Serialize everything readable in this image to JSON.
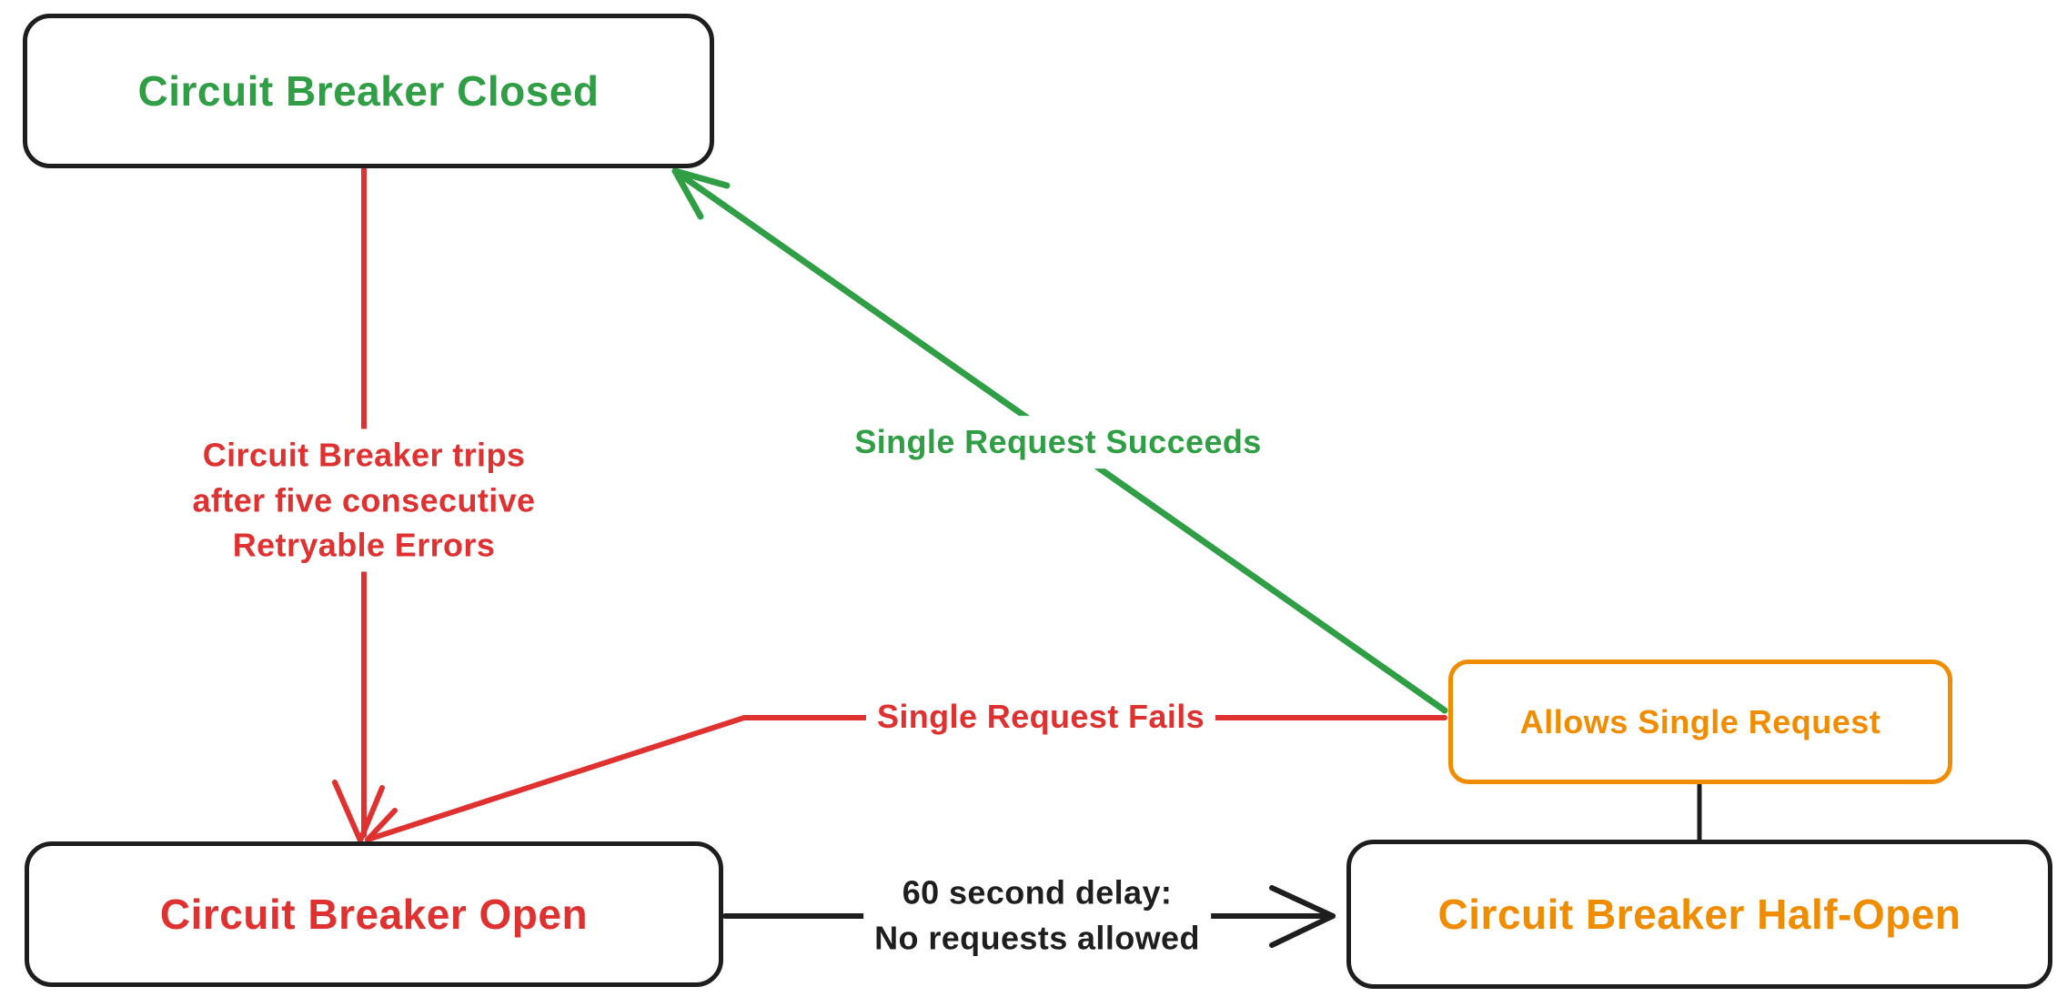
{
  "colors": {
    "green": "#2f9e44",
    "red": "#e03131",
    "orange": "#f08c00",
    "ink": "#1e1e1e",
    "background": "#ffffff"
  },
  "diagram": {
    "states": {
      "closed": {
        "label": "Circuit Breaker Closed"
      },
      "open": {
        "label": "Circuit Breaker Open"
      },
      "half_open": {
        "label": "Circuit Breaker Half-Open"
      },
      "allows": {
        "label": "Allows Single Request"
      }
    },
    "transitions": {
      "trip": {
        "line1": "Circuit Breaker trips",
        "line2": "after five consecutive",
        "line3": "Retryable Errors"
      },
      "succeed": {
        "label": "Single Request Succeeds"
      },
      "fail": {
        "label": "Single Request Fails"
      },
      "delay": {
        "line1": "60 second delay:",
        "line2": "No requests allowed"
      }
    }
  }
}
